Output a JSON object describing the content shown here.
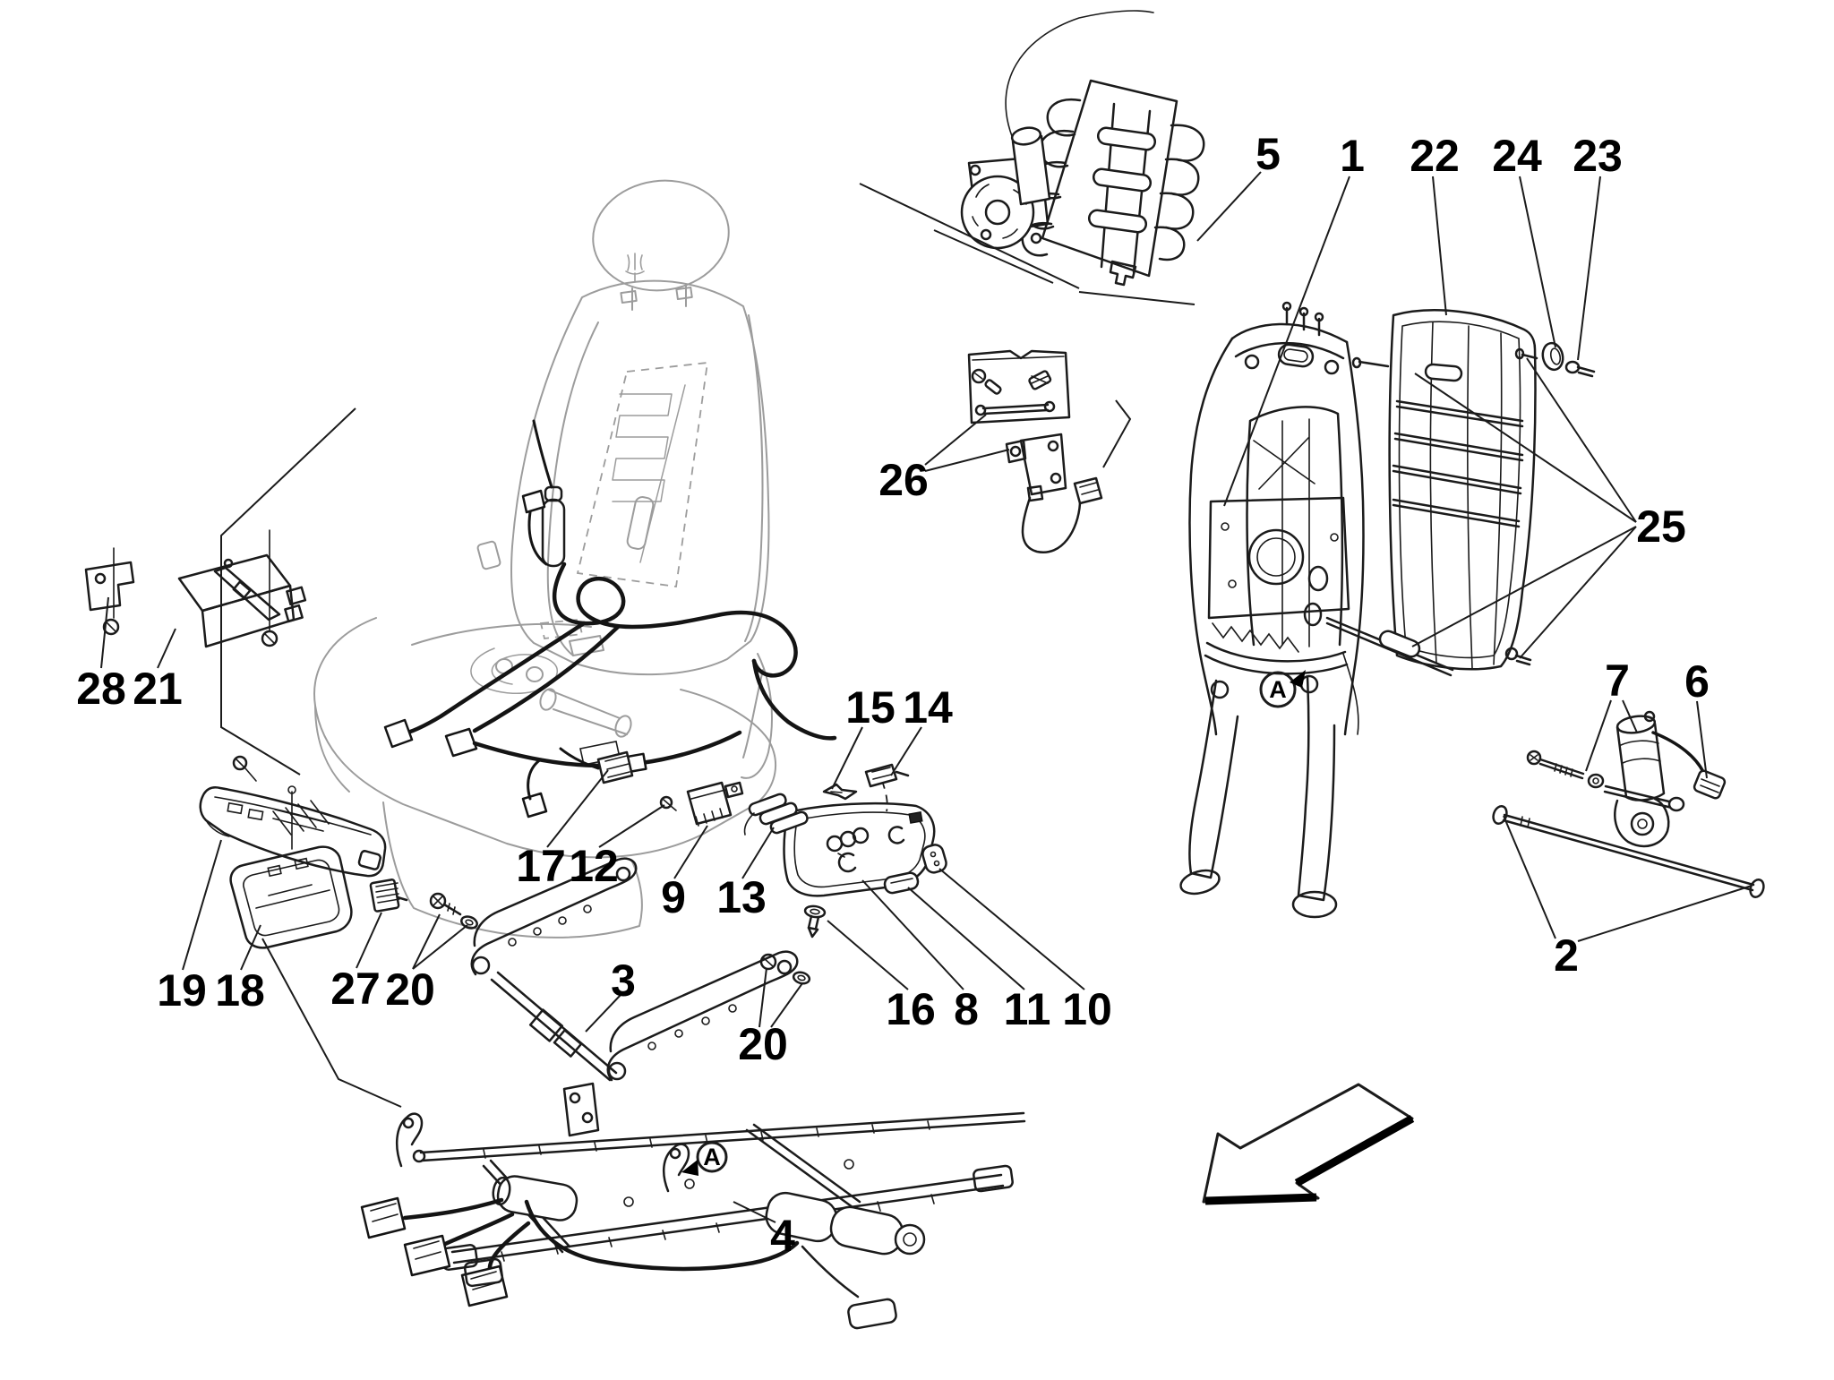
{
  "figure": {
    "kind": "exploded-parts-line-drawing",
    "colors": {
      "background": "#ffffff",
      "line": "#1b1b1b",
      "ghost": "#9c9c9c",
      "label": "#000000"
    },
    "symbols": {
      "direction_arrow": "block-arrow-pointing-down-left",
      "detail_marker_shape": "circled-letter"
    }
  },
  "callouts": {
    "c1": {
      "label": "1"
    },
    "c2": {
      "label": "2"
    },
    "c3": {
      "label": "3"
    },
    "c4": {
      "label": "4"
    },
    "c5": {
      "label": "5"
    },
    "c6": {
      "label": "6"
    },
    "c7": {
      "label": "7"
    },
    "c8": {
      "label": "8"
    },
    "c9": {
      "label": "9"
    },
    "c10": {
      "label": "10"
    },
    "c11": {
      "label": "11"
    },
    "c12": {
      "label": "12"
    },
    "c13": {
      "label": "13"
    },
    "c14": {
      "label": "14"
    },
    "c15": {
      "label": "15"
    },
    "c16": {
      "label": "16"
    },
    "c17": {
      "label": "17"
    },
    "c18": {
      "label": "18"
    },
    "c19": {
      "label": "19"
    },
    "c20a": {
      "label": "20"
    },
    "c20b": {
      "label": "20"
    },
    "c21": {
      "label": "21"
    },
    "c22": {
      "label": "22"
    },
    "c23": {
      "label": "23"
    },
    "c24": {
      "label": "24"
    },
    "c25": {
      "label": "25"
    },
    "c26": {
      "label": "26"
    },
    "c27": {
      "label": "27"
    },
    "c28": {
      "label": "28"
    }
  },
  "markers": {
    "a1": {
      "label": "A"
    },
    "a2": {
      "label": "A"
    }
  }
}
